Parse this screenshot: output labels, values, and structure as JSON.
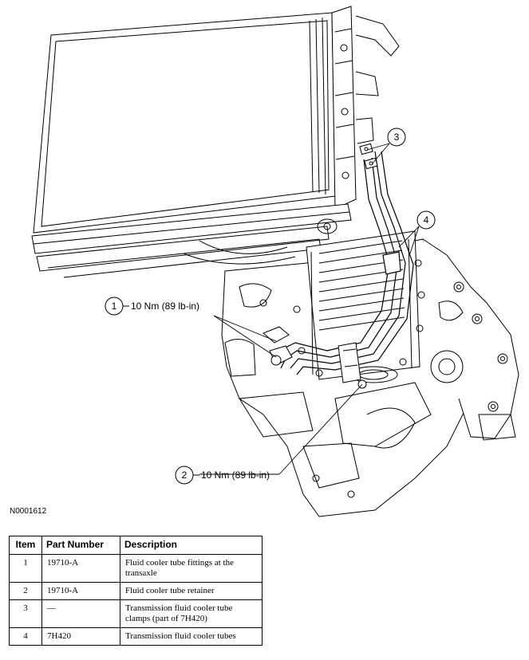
{
  "figure_id": "N0001612",
  "callouts": [
    {
      "number": "1",
      "torque": "10 Nm (89 lb-in)"
    },
    {
      "number": "2",
      "torque": "10 Nm (89 lb-in)"
    },
    {
      "number": "3"
    },
    {
      "number": "4"
    }
  ],
  "table": {
    "headers": [
      "Item",
      "Part Number",
      "Description"
    ],
    "rows": [
      {
        "item": "1",
        "part_number": "19710-A",
        "description": "Fluid cooler tube fittings at the transaxle"
      },
      {
        "item": "2",
        "part_number": "19710-A",
        "description": "Fluid cooler tube retainer"
      },
      {
        "item": "3",
        "part_number": "—",
        "description": "Transmission fluid cooler tube clamps (part of 7H420)"
      },
      {
        "item": "4",
        "part_number": "7H420",
        "description": "Transmission fluid cooler tubes"
      }
    ]
  }
}
